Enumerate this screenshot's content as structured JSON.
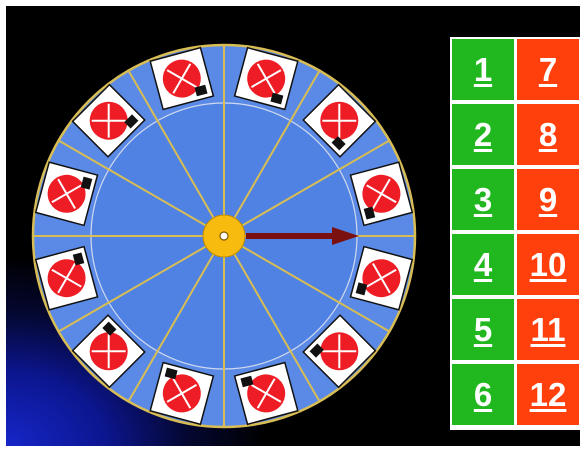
{
  "wheel": {
    "segments": 12,
    "pointer_angle_deg": 0,
    "colors": {
      "rim": "#5a8ae6",
      "inner": "#4f82e2",
      "spoke": "#d8bd55",
      "hub": "#f7bb10",
      "arrow": "#7a1010",
      "card": "#ffffff",
      "symbol": "#ee1c25"
    }
  },
  "board": {
    "colors": {
      "green": "#20b71f",
      "red": "#ff3f0c"
    },
    "left_column": [
      "1",
      "2",
      "3",
      "4",
      "5",
      "6"
    ],
    "right_column": [
      "7",
      "8",
      "9",
      "10",
      "11",
      "12"
    ]
  }
}
